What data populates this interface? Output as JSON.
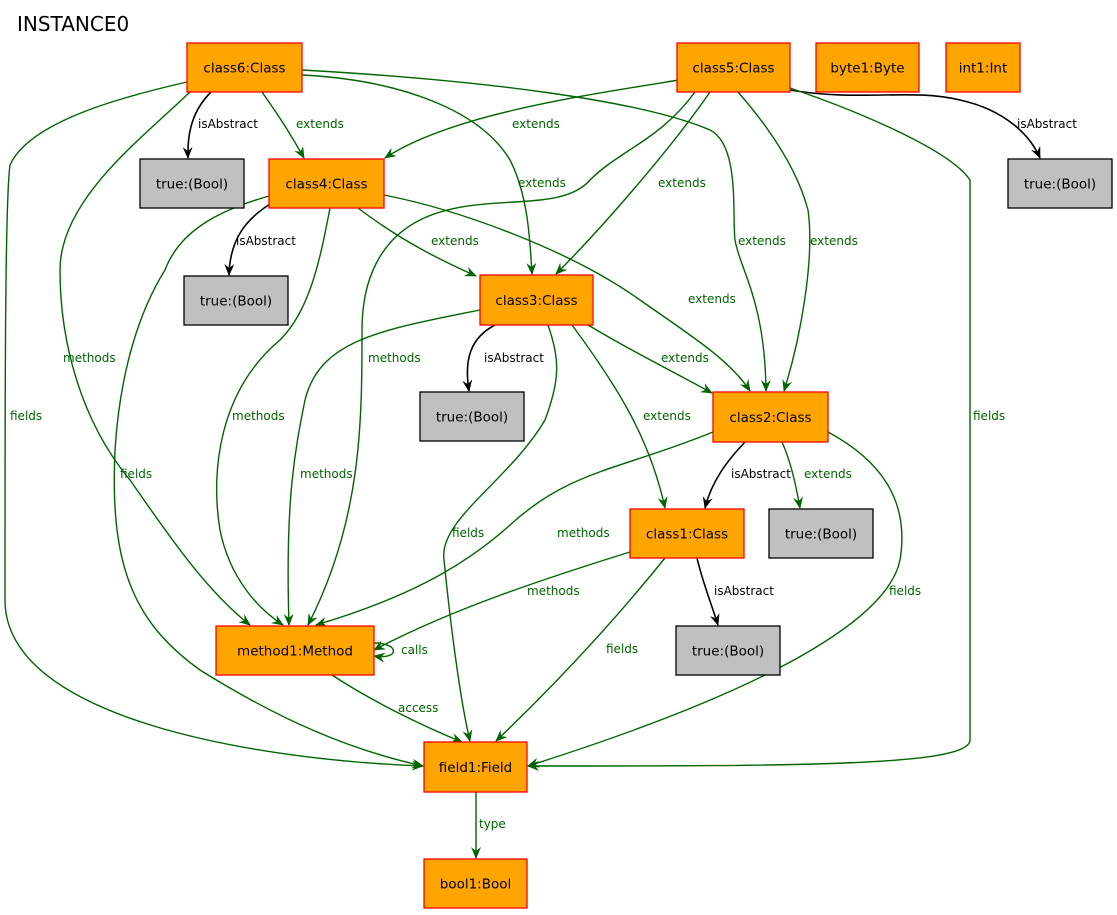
{
  "title": "INSTANCE0",
  "colors": {
    "node_fill": "#ffa500",
    "node_border": "#ff0000",
    "value_fill": "#c0c0c0",
    "edge_green": "#006400",
    "edge_black": "#000000"
  },
  "nodes": [
    {
      "id": "class6",
      "label": "class6:Class",
      "kind": "object"
    },
    {
      "id": "class5",
      "label": "class5:Class",
      "kind": "object"
    },
    {
      "id": "byte1",
      "label": "byte1:Byte",
      "kind": "object"
    },
    {
      "id": "int1",
      "label": "int1:Int",
      "kind": "object"
    },
    {
      "id": "true6",
      "label": "true:(Bool)",
      "kind": "value"
    },
    {
      "id": "class4",
      "label": "class4:Class",
      "kind": "object"
    },
    {
      "id": "true5",
      "label": "true:(Bool)",
      "kind": "value"
    },
    {
      "id": "true4",
      "label": "true:(Bool)",
      "kind": "value"
    },
    {
      "id": "class3",
      "label": "class3:Class",
      "kind": "object"
    },
    {
      "id": "true3",
      "label": "true:(Bool)",
      "kind": "value"
    },
    {
      "id": "class2",
      "label": "class2:Class",
      "kind": "object"
    },
    {
      "id": "class1",
      "label": "class1:Class",
      "kind": "object"
    },
    {
      "id": "true2",
      "label": "true:(Bool)",
      "kind": "value"
    },
    {
      "id": "method1",
      "label": "method1:Method",
      "kind": "object"
    },
    {
      "id": "true1",
      "label": "true:(Bool)",
      "kind": "value"
    },
    {
      "id": "field1",
      "label": "field1:Field",
      "kind": "object"
    },
    {
      "id": "bool1",
      "label": "bool1:Bool",
      "kind": "object"
    }
  ],
  "edges": [
    {
      "from": "class6",
      "to": "true6",
      "label": "isAbstract",
      "style": "black"
    },
    {
      "from": "class6",
      "to": "class4",
      "label": "extends",
      "style": "green"
    },
    {
      "from": "class6",
      "to": "class3",
      "label": "extends",
      "style": "green"
    },
    {
      "from": "class6",
      "to": "class2",
      "label": "extends",
      "style": "green"
    },
    {
      "from": "class6",
      "to": "method1",
      "label": "methods",
      "style": "green"
    },
    {
      "from": "class6",
      "to": "field1",
      "label": "fields",
      "style": "green"
    },
    {
      "from": "class5",
      "to": "true5",
      "label": "isAbstract",
      "style": "black"
    },
    {
      "from": "class5",
      "to": "class4",
      "label": "extends",
      "style": "green"
    },
    {
      "from": "class5",
      "to": "class3",
      "label": "extends",
      "style": "green"
    },
    {
      "from": "class5",
      "to": "class2",
      "label": "extends",
      "style": "green"
    },
    {
      "from": "class5",
      "to": "method1",
      "label": "methods",
      "style": "green"
    },
    {
      "from": "class5",
      "to": "field1",
      "label": "fields",
      "style": "green"
    },
    {
      "from": "class4",
      "to": "true4",
      "label": "isAbstract",
      "style": "black"
    },
    {
      "from": "class4",
      "to": "class3",
      "label": "extends",
      "style": "green"
    },
    {
      "from": "class4",
      "to": "class2",
      "label": "extends",
      "style": "green"
    },
    {
      "from": "class4",
      "to": "method1",
      "label": "methods",
      "style": "green"
    },
    {
      "from": "class4",
      "to": "field1",
      "label": "fields",
      "style": "green"
    },
    {
      "from": "class3",
      "to": "true3",
      "label": "isAbstract",
      "style": "black"
    },
    {
      "from": "class3",
      "to": "class2",
      "label": "extends",
      "style": "green"
    },
    {
      "from": "class3",
      "to": "class1",
      "label": "extends",
      "style": "green"
    },
    {
      "from": "class3",
      "to": "method1",
      "label": "methods",
      "style": "green"
    },
    {
      "from": "class3",
      "to": "field1",
      "label": "fields",
      "style": "green"
    },
    {
      "from": "class2",
      "to": "true2",
      "label": "isAbstract",
      "style": "black"
    },
    {
      "from": "class2",
      "to": "class1",
      "label": "extends",
      "style": "green"
    },
    {
      "from": "class2",
      "to": "method1",
      "label": "methods",
      "style": "green"
    },
    {
      "from": "class2",
      "to": "field1",
      "label": "fields",
      "style": "green"
    },
    {
      "from": "class1",
      "to": "true1",
      "label": "isAbstract",
      "style": "black"
    },
    {
      "from": "class1",
      "to": "method1",
      "label": "methods",
      "style": "green"
    },
    {
      "from": "class1",
      "to": "field1",
      "label": "fields",
      "style": "green"
    },
    {
      "from": "method1",
      "to": "method1",
      "label": "calls",
      "style": "green"
    },
    {
      "from": "method1",
      "to": "field1",
      "label": "access",
      "style": "green"
    },
    {
      "from": "field1",
      "to": "bool1",
      "label": "type",
      "style": "green"
    }
  ]
}
